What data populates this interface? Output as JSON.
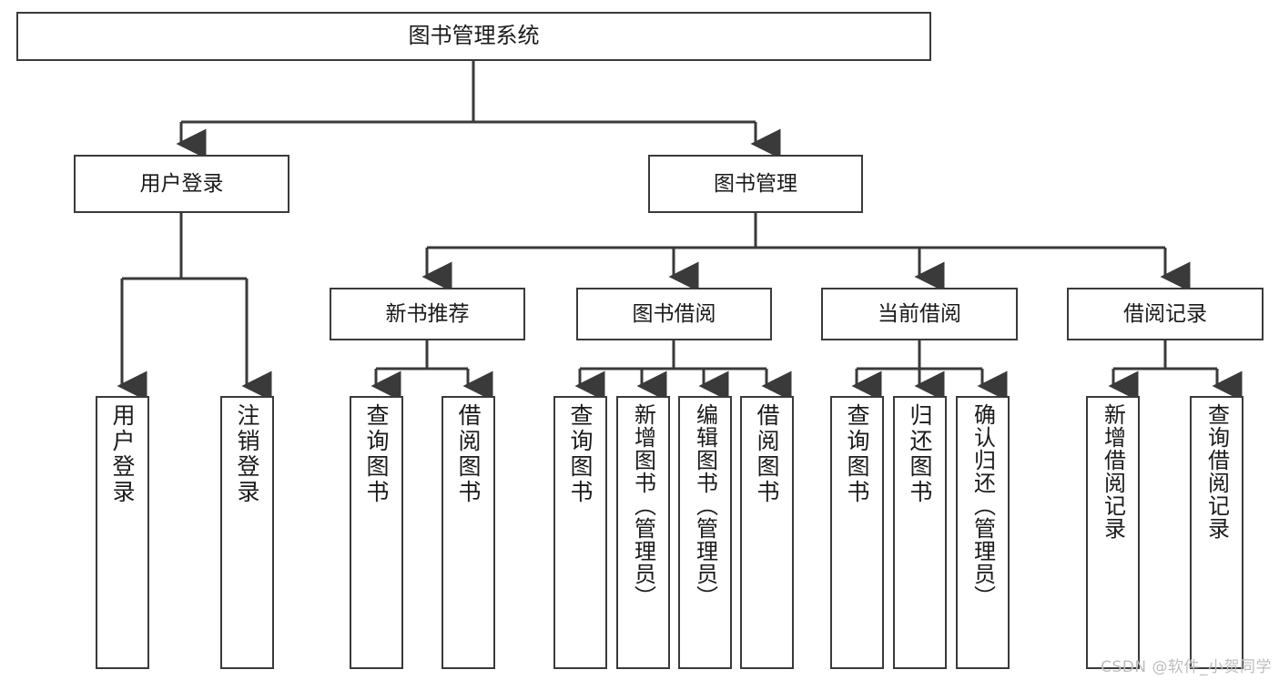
{
  "diagram": {
    "title": "图书管理系统",
    "type": "hierarchy-tree",
    "root": {
      "label": "图书管理系统"
    },
    "level2": [
      {
        "label": "用户登录"
      },
      {
        "label": "图书管理"
      }
    ],
    "level3": [
      {
        "label": "新书推荐"
      },
      {
        "label": "图书借阅"
      },
      {
        "label": "当前借阅"
      },
      {
        "label": "借阅记录"
      }
    ],
    "leaves": {
      "user_login": [
        {
          "label": "用户登录"
        },
        {
          "label": "注销登录"
        }
      ],
      "new_book_recommend": [
        {
          "label": "查询图书"
        },
        {
          "label": "借阅图书"
        }
      ],
      "book_borrow": [
        {
          "label": "查询图书"
        },
        {
          "label": "新增图书（管理员）"
        },
        {
          "label": "编辑图书（管理员）"
        },
        {
          "label": "借阅图书"
        }
      ],
      "current_borrow": [
        {
          "label": "查询图书"
        },
        {
          "label": "归还图书"
        },
        {
          "label": "确认归还（管理员）"
        }
      ],
      "borrow_record": [
        {
          "label": "新增借阅记录"
        },
        {
          "label": "查询借阅记录"
        }
      ]
    }
  },
  "watermark": {
    "text": "CSDN @软件_小贺同学"
  },
  "colors": {
    "stroke": "#3a3a3a",
    "text": "#1a1a1a",
    "background": "#ffffff",
    "watermark": "#bdbdbd"
  }
}
